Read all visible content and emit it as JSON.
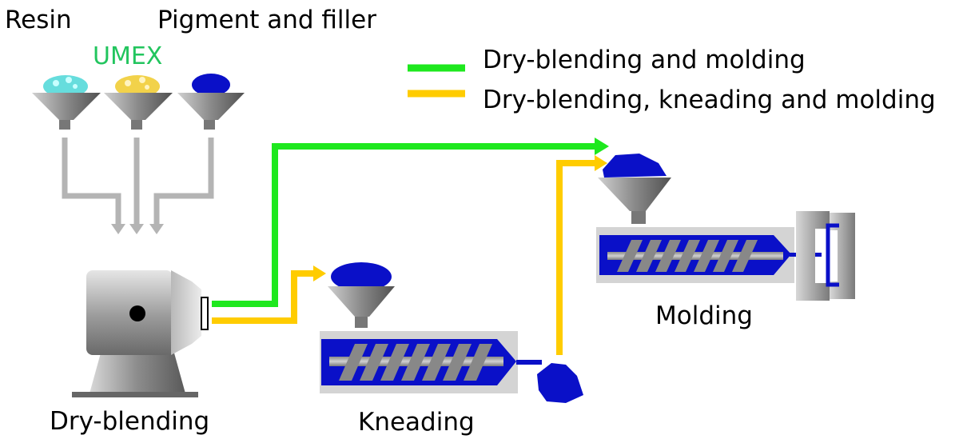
{
  "inputs": {
    "resin": "Resin",
    "umex": "UMEX",
    "pigment": "Pigment and filler"
  },
  "legend": {
    "green_label": "Dry-blending and molding",
    "yellow_label": "Dry-blending, kneading and molding"
  },
  "stages": {
    "dry_blending": "Dry-blending",
    "kneading": "Kneading",
    "molding": "Molding"
  },
  "colors": {
    "green_path": "#1ee81e",
    "yellow_path": "#ffcc00",
    "feed_arrow": "#b4b4b4",
    "material": "#0a10c8",
    "machine_gray": "#9a9a9a"
  },
  "icons": [
    "funnel-icon",
    "dry-blender-icon",
    "kneading-extruder-icon",
    "injection-molding-machine-icon",
    "mold-icon"
  ]
}
